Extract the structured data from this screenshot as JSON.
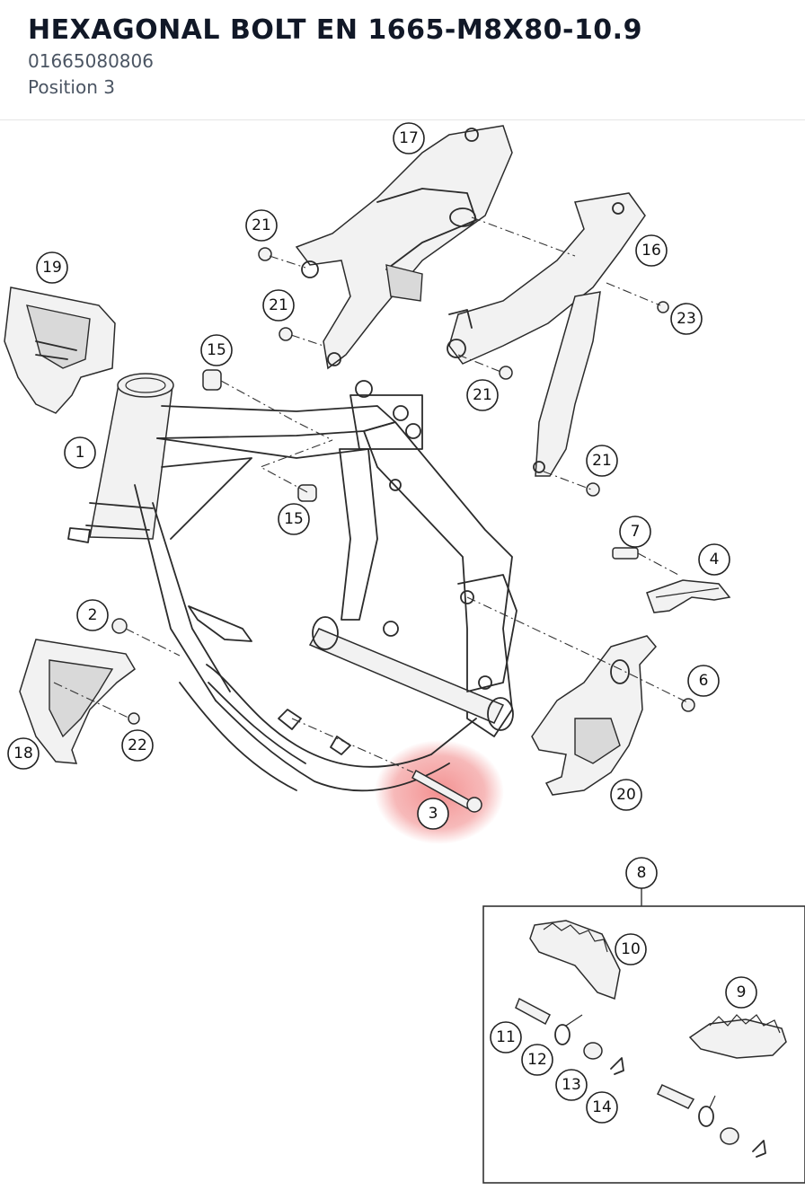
{
  "header": {
    "title": "HEXAGONAL BOLT EN 1665-M8X80-10.9",
    "part_number": "01665080806",
    "position": "Position 3"
  },
  "diagram": {
    "highlight_color": "#f08080",
    "selected_position": "3",
    "callouts": [
      "1",
      "2",
      "3",
      "4",
      "6",
      "7",
      "8",
      "9",
      "10",
      "11",
      "12",
      "13",
      "14",
      "15",
      "15",
      "16",
      "17",
      "18",
      "19",
      "20",
      "21",
      "21",
      "21",
      "21",
      "22",
      "23"
    ]
  }
}
